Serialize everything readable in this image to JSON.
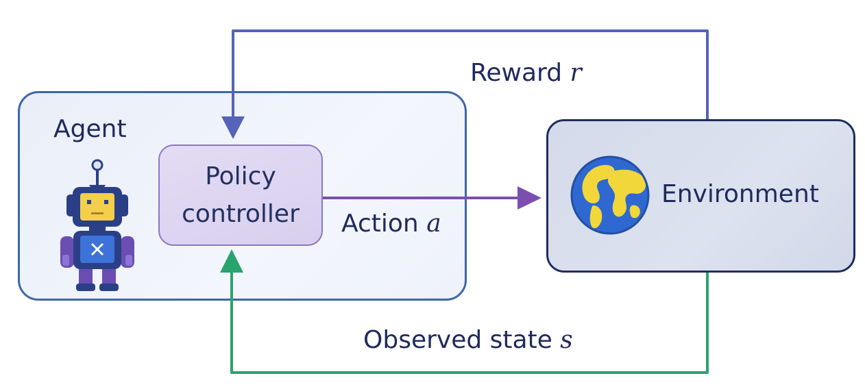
{
  "agent": {
    "label": "Agent"
  },
  "policy": {
    "line1": "Policy",
    "line2": "controller"
  },
  "environment": {
    "label": "Environment"
  },
  "signals": {
    "reward": {
      "text": "Reward",
      "symbol": "r",
      "color": "#5563b8"
    },
    "action": {
      "text": "Action",
      "symbol": "a",
      "color": "#7b4fb0"
    },
    "observation": {
      "text": "Observed state",
      "symbol": "s",
      "color": "#2aa36e"
    }
  },
  "icons": {
    "agent": "robot-icon",
    "environment": "globe-icon"
  }
}
